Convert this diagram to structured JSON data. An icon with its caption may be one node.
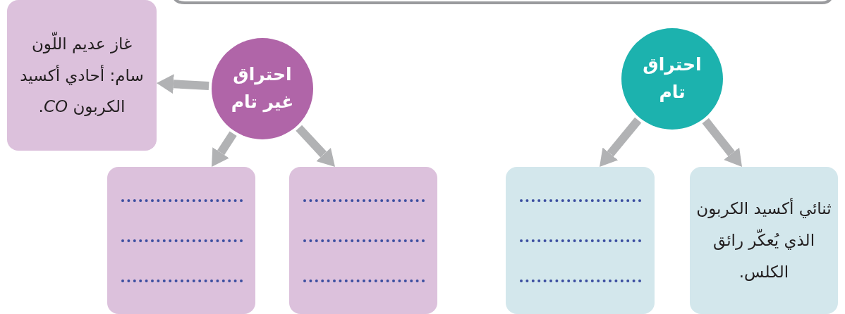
{
  "diagram": {
    "nodes": [
      {
        "text": [
          "احتراق غير تام"
        ]
      },
      {
        "text": [
          "غاز عديم اللّون سام: أحادي أكسيد الكربون *CO*."
        ]
      },
      {
        "text": [],
        "shape": "box"
      },
      {
        "text": [],
        "shape": "box"
      },
      {
        "text": [
          "احتراق تام"
        ]
      },
      {
        "text": [],
        "shape": "box"
      },
      {
        "text": [
          "ثنائي أكسيد الكربون الذي يُعكّر رائق الكلس."
        ]
      }
    ],
    "edges": [
      {
        "from": 0,
        "to": 1,
        "arrow": "to"
      },
      {
        "from": 0,
        "to": 2,
        "arrow": "to"
      },
      {
        "from": 0,
        "to": 3,
        "arrow": "to"
      },
      {
        "from": 4,
        "to": 5,
        "arrow": "to"
      },
      {
        "from": 4,
        "to": 6,
        "arrow": "to"
      }
    ]
  }
}
